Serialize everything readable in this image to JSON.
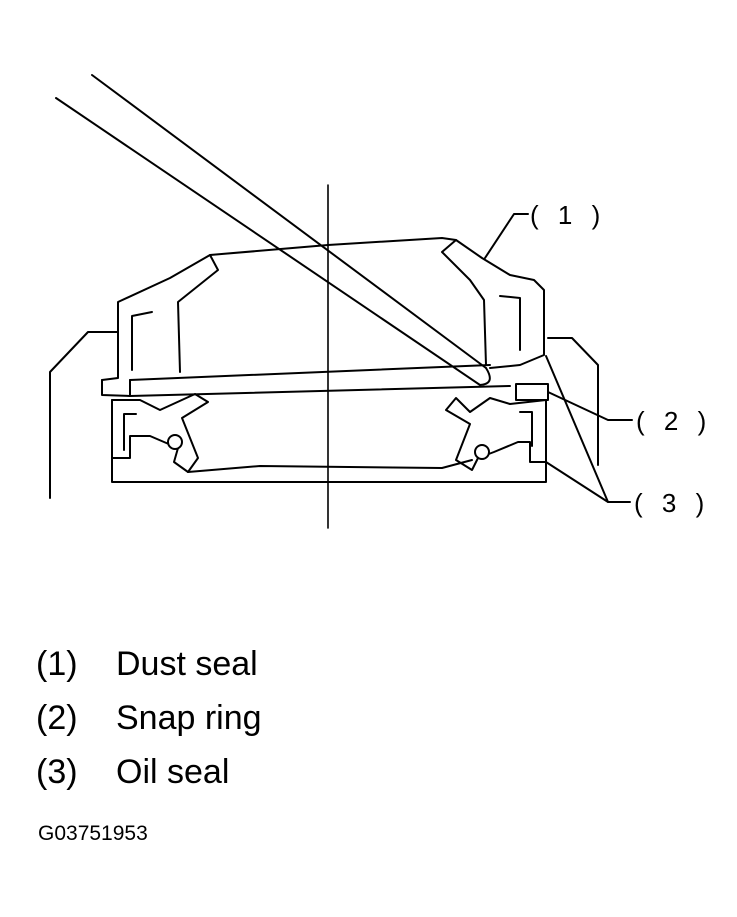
{
  "callouts": [
    {
      "id": "1",
      "text": "( 1 )"
    },
    {
      "id": "2",
      "text": "( 2 )"
    },
    {
      "id": "3",
      "text": "( 3 )"
    }
  ],
  "legend": [
    {
      "num": "(1)",
      "label": "Dust seal"
    },
    {
      "num": "(2)",
      "label": "Snap ring"
    },
    {
      "num": "(3)",
      "label": "Oil seal"
    }
  ],
  "figure_code": "G03751953"
}
